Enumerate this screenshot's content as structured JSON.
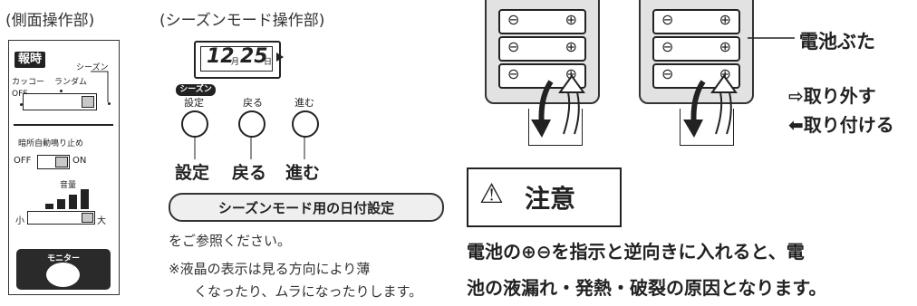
{
  "side": {
    "title": "(側面操作部)",
    "jiho_tag": "報時",
    "season_label": "シーズン",
    "cuckoo_label": "カッコー",
    "random_label": "ランダム",
    "off_label": "OFF",
    "dark_label": "暗所自動鳴り止め",
    "dark_off": "OFF",
    "dark_on": "ON",
    "volume_label": "音量",
    "vol_small": "小",
    "vol_large": "大",
    "monitor_label": "モニター"
  },
  "mid": {
    "title": "(シーズンモード操作部)",
    "lcd_month_num": "12",
    "lcd_month_unit": "月",
    "lcd_day_num": "25",
    "lcd_day_unit": "日",
    "season_tag": "シーズン",
    "btn_set_small": "設定",
    "btn_back_small": "戻る",
    "btn_next_small": "進む",
    "btn_set_big": "設定",
    "btn_back_big": "戻る",
    "btn_next_big": "進む",
    "ref_pill": "シーズンモード用の日付設定",
    "ref_text": "をご参照ください。",
    "note_line1": "※液晶の表示は見る方向により薄",
    "note_line2": "くなったり、ムラになったりします。"
  },
  "right": {
    "cover_label": "電池ぶた",
    "remove_label": "⇨取り外す",
    "attach_label": "⬅取り付ける",
    "caution_icon": "⚠",
    "caution_title": "注意",
    "warn_line1": "電池の⊕⊖を指示と逆向きに入れると、電",
    "warn_line2": "池の液漏れ・発熱・破裂の原因となります。"
  }
}
